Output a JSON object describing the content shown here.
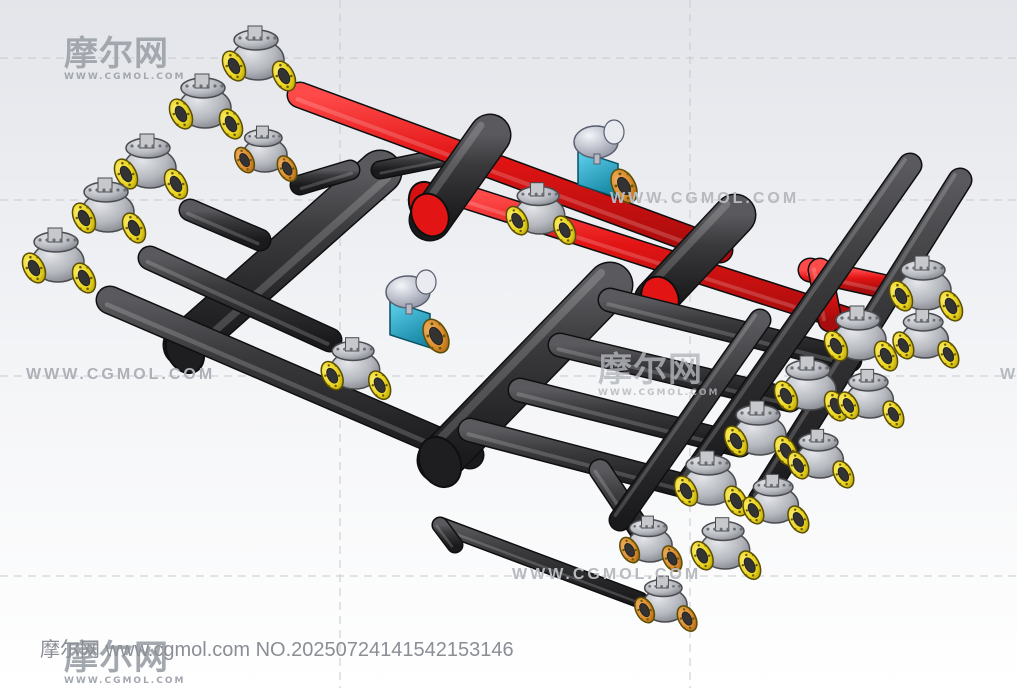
{
  "watermark": {
    "logo_cn": "摩尔网",
    "logo_en": "WWW.CGMOL.COM",
    "url_text": "WWW.CGMOL.COM",
    "footer_site": "摩尔网 www.cgmol.com",
    "footer_number": "NO.20250724141542153146"
  },
  "model": {
    "description_icon": "pipe-manifold-3d-render",
    "colors": {
      "background_top": "#e3e5ea",
      "background_bottom": "#ffffff",
      "pipe_dark": "#2b2b2d",
      "pipe_red": "#e21414",
      "valve_body": "#b9bcc1",
      "flange_yellow": "#e8d21a",
      "flange_orange": "#d8892a",
      "meter_blue": "#1aa6c9",
      "transmitter_gray": "#c9ccd6",
      "watermark": "#9a9ea6"
    }
  }
}
